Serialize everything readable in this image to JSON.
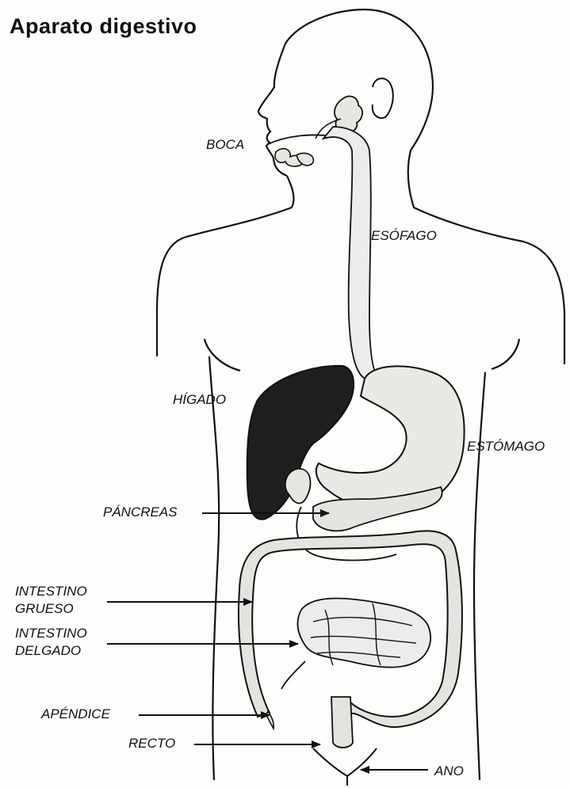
{
  "title": "Aparato digestivo",
  "labels": {
    "boca": "BOCA",
    "esofago": "ESÓFAGO",
    "higado": "HÍGADO",
    "estomago": "ESTÓMAGO",
    "pancreas": "PÁNCREAS",
    "intestino_grueso_1": "INTESTINO",
    "intestino_grueso_2": "GRUESO",
    "intestino_delgado_1": "INTESTINO",
    "intestino_delgado_2": "DELGADO",
    "apendice": "APÉNDICE",
    "recto": "RECTO",
    "ano": "ANO"
  },
  "colors": {
    "ink": "#111111",
    "organ_fill": "#e6e6e2",
    "liver_fill": "#1e1e1e"
  }
}
